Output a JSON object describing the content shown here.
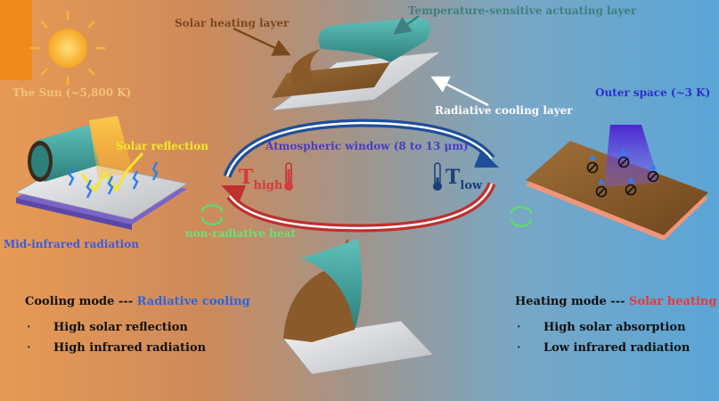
{
  "labels": {
    "solar_heating_layer": "Solar heating layer",
    "temperature_sensitive_layer": "Temperature-sensitive actuating layer",
    "radiative_cooling_layer": "Radiative cooling layer",
    "the_sun": "The Sun (~5,800 K)",
    "outer_space": "Outer space (~3 K)",
    "solar_reflection": "Solar reflection",
    "atmospheric_window": "Atmospheric window (8 to 13 μm)",
    "mid_infrared": "Mid-infrared radiation",
    "non_radiative_heat": "non-radiative heat",
    "t_high_main": "T",
    "t_high_sub": "high",
    "t_low_main": "T",
    "t_low_sub": "low"
  },
  "cooling": {
    "prefix": "Cooling mode --- ",
    "mode": "Radiative cooling",
    "bullets": [
      "High solar reflection",
      "High infrared radiation"
    ]
  },
  "heating": {
    "prefix": "Heating mode --- ",
    "mode": "Solar heating",
    "bullets": [
      "High solar absorption",
      "Low infrared radiation"
    ]
  },
  "bullet_symbol": "·",
  "colors": {
    "brown_text": "#7a4a1e",
    "teal_text": "#3f7f80",
    "sun_text": "#f3c27a",
    "outer_space_text": "#2a2fd0",
    "solar_reflection_text": "#f4e62a",
    "atmos_text": "#4a3cc0",
    "mid_ir_text": "#3c5be0",
    "non_rad_text": "#6fe07a",
    "t_high": "#d63a3a",
    "t_low": "#1b3f7a",
    "radiative_cooling": "#2d66d8",
    "solar_heating": "#e53b3b",
    "teal_film": "#3d9a96",
    "brown_film": "#8a5a2a"
  }
}
